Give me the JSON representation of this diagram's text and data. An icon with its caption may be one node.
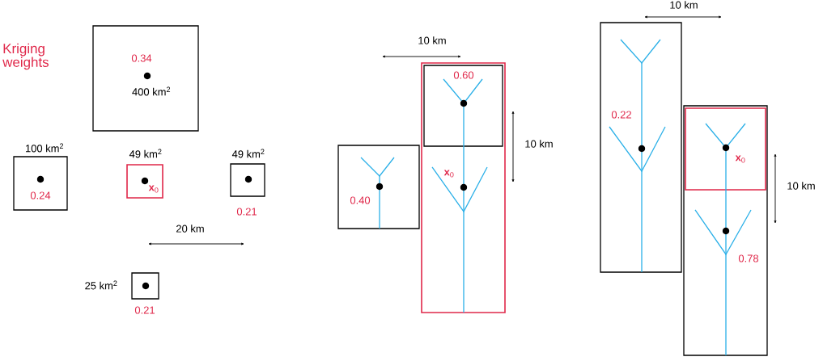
{
  "diagram": {
    "nodes": [
      {
        "text": [
          "0.34",
          "400 km$^{2}$"
        ]
      },
      {
        "text": [
          "100 km$^{2}$",
          "0.24"
        ]
      },
      {
        "text": [
          "49 km$^{2}$",
          "**x**$_{0}$"
        ]
      },
      {
        "text": [
          "49 km$^{2}$",
          "0.21"
        ]
      },
      {
        "text": [
          "25 km$^{2}$",
          "0.21"
        ]
      },
      {
        "text": [
          "0.40"
        ]
      },
      {
        "text": [
          "**x**$_{0}$"
        ]
      },
      {
        "text": [
          "0.60"
        ],
        "in": 6
      },
      {
        "text": [
          "0.22"
        ]
      },
      {
        "text": [
          "0.78"
        ]
      },
      {
        "text": [
          "**x**$_{0}$"
        ],
        "in": 9
      }
    ],
    "edges": [],
    "labels": [
      "Kriging weights",
      "20 km",
      "10 km",
      "10 km",
      "10 km",
      "10 km"
    ]
  }
}
